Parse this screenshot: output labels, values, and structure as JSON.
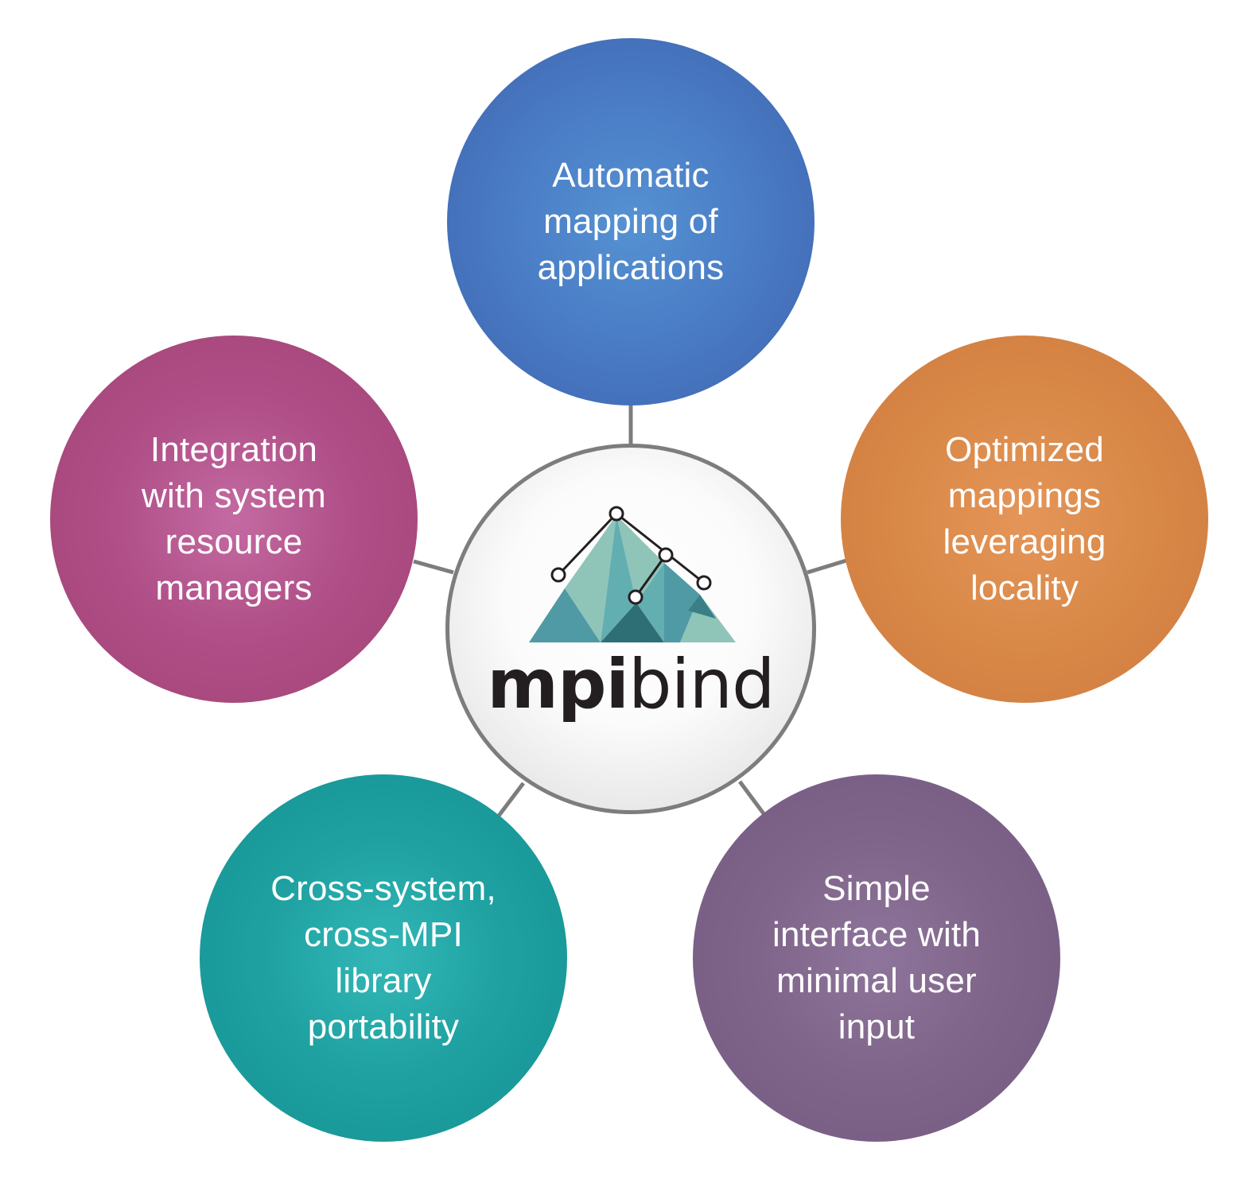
{
  "diagram": {
    "hub": {
      "logo_word_bold": "mpi",
      "logo_word_light": "bind"
    },
    "nodes": {
      "top": {
        "label": "Automatic\nmapping of\napplications",
        "color": "#4a7dc6"
      },
      "left": {
        "label": "Integration\nwith system\nresource\nmanagers",
        "color": "#b04f88"
      },
      "right": {
        "label": "Optimized\nmappings\nleveraging\nlocality",
        "color": "#d98948"
      },
      "bottom_left": {
        "label": "Cross-system,\ncross-MPI\nlibrary\nportability",
        "color": "#1fa1a2"
      },
      "bottom_right": {
        "label": "Simple\ninterface with\nminimal user\ninput",
        "color": "#80658a"
      }
    },
    "connector_color": "#7d7d7d",
    "logo_colors": [
      "#8fc4b9",
      "#4f9aa5",
      "#3a7f88",
      "#63aeb0",
      "#2e6f76"
    ]
  }
}
